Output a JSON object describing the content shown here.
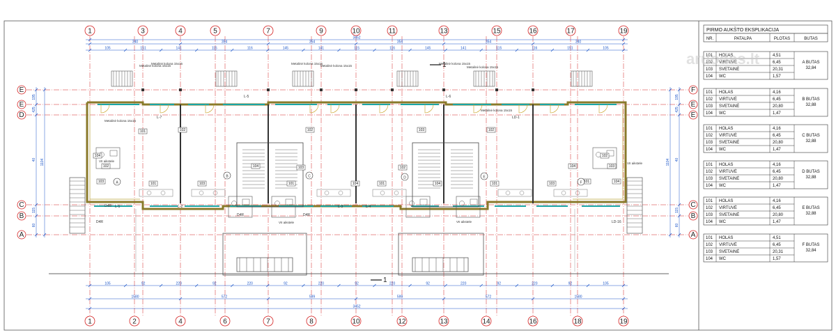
{
  "grid_top": [
    "1",
    "3",
    "4",
    "5",
    "7",
    "9",
    "10",
    "11",
    "13",
    "15",
    "16",
    "17",
    "19"
  ],
  "grid_bottom": [
    "1",
    "2",
    "4",
    "6",
    "7",
    "8",
    "10",
    "12",
    "13",
    "14",
    "16",
    "18",
    "19"
  ],
  "rows_left": [
    "E",
    "E",
    "D",
    "C",
    "B",
    "A"
  ],
  "rows_right": [
    "F",
    "E",
    "E",
    "C",
    "B",
    "A"
  ],
  "dims_top_total": "3452",
  "dims_top_seg": [
    "340",
    "354",
    "354",
    "354",
    "354",
    "340"
  ],
  "dims_top_small": [
    "105",
    "151",
    "141",
    "115",
    "116",
    "145",
    "141",
    "115",
    "116",
    "145",
    "141",
    "115",
    "116",
    "151",
    "105"
  ],
  "dims_bottom_total": "3452",
  "dims_bottom_seg": [
    "1580",
    "572",
    "599",
    "599",
    "572",
    "1580"
  ],
  "dims_bottom_small": [
    "105",
    "92",
    "220",
    "92",
    "220",
    "92",
    "220",
    "92",
    "220",
    "92",
    "220",
    "92",
    "220",
    "92",
    "105"
  ],
  "side_dims_left": [
    "195",
    "425",
    "40",
    "115",
    "60"
  ],
  "side_dims_right": [
    "195",
    "425",
    "40",
    "115",
    "60"
  ],
  "column_notes": [
    "Metalinė kolona 15x15",
    "Metalinė kolona 15x15",
    "Metalinė kolona 15x15",
    "Metalinė kolona 15x15",
    "Metalinė kolona 15x15",
    "Metalinė kolona 15x15",
    "Metalinė kolona 15x15",
    "Metalinė kolona 15x15"
  ],
  "room_labels": [
    "101",
    "102",
    "103",
    "104",
    "101",
    "102",
    "103",
    "104",
    "101",
    "102",
    "103",
    "104",
    "101",
    "102",
    "103",
    "104",
    "101",
    "102",
    "103",
    "104",
    "101",
    "102",
    "103",
    "104"
  ],
  "apartment_marks": [
    "A",
    "B",
    "C",
    "D",
    "E",
    "F"
  ],
  "lintel_labels": [
    "L-1",
    "L-2",
    "L-3",
    "L-4",
    "L-5",
    "L-6",
    "L-7",
    "LD-1",
    "LD-16",
    "D4R",
    "D4R",
    "D4R",
    "D4R"
  ],
  "vii_notes": [
    "VII aikstele",
    "VII aikstele",
    "VII aikstele",
    "VII aikstele"
  ],
  "section_marks": [
    "1",
    "1"
  ],
  "watermark": "aruodas.lt",
  "table": {
    "title": "PIRMO AUKŠTO EKSPLIKACIJA",
    "headers": [
      "NR.",
      "PATALPA",
      "PLOTAS",
      "BUTAS"
    ],
    "groups": [
      {
        "rows": [
          [
            "101",
            "HOLAS",
            "4,51"
          ],
          [
            "102",
            "VIRTUVĖ",
            "6,45"
          ],
          [
            "103",
            "SVETAINĖ",
            "20,31"
          ],
          [
            "104",
            "WC",
            "1,57"
          ]
        ],
        "butas": "A BUTAS",
        "area": "32,84"
      },
      {
        "rows": [
          [
            "101",
            "HOLAS",
            "4,16"
          ],
          [
            "102",
            "VIRTUVĖ",
            "6,45"
          ],
          [
            "103",
            "SVETAINĖ",
            "20,80"
          ],
          [
            "104",
            "WC",
            "1,47"
          ]
        ],
        "butas": "B BUTAS",
        "area": "32,88"
      },
      {
        "rows": [
          [
            "101",
            "HOLAS",
            "4,16"
          ],
          [
            "102",
            "VIRTUVĖ",
            "6,45"
          ],
          [
            "103",
            "SVETAINĖ",
            "20,80"
          ],
          [
            "104",
            "WC",
            "1,47"
          ]
        ],
        "butas": "C BUTAS",
        "area": "32,88"
      },
      {
        "rows": [
          [
            "101",
            "HOLAS",
            "4,16"
          ],
          [
            "102",
            "VIRTUVĖ",
            "6,45"
          ],
          [
            "103",
            "SVETAINĖ",
            "20,80"
          ],
          [
            "104",
            "WC",
            "1,47"
          ]
        ],
        "butas": "D BUTAS",
        "area": "32,88"
      },
      {
        "rows": [
          [
            "101",
            "HOLAS",
            "4,16"
          ],
          [
            "102",
            "VIRTUVĖ",
            "6,45"
          ],
          [
            "103",
            "SVETAINĖ",
            "20,80"
          ],
          [
            "104",
            "WC",
            "1,47"
          ]
        ],
        "butas": "E BUTAS",
        "area": "32,88"
      },
      {
        "rows": [
          [
            "101",
            "HOLAS",
            "4,51"
          ],
          [
            "102",
            "VIRTUVĖ",
            "6,45"
          ],
          [
            "103",
            "SVETAINĖ",
            "20,31"
          ],
          [
            "104",
            "WC",
            "1,57"
          ]
        ],
        "butas": "F BUTAS",
        "area": "32,84"
      }
    ]
  },
  "colors": {
    "grid": "#d42020",
    "dim": "#1a55c8",
    "wall": "#8a7a2a",
    "glazing": "#1aa6a6",
    "ink": "#222222"
  }
}
